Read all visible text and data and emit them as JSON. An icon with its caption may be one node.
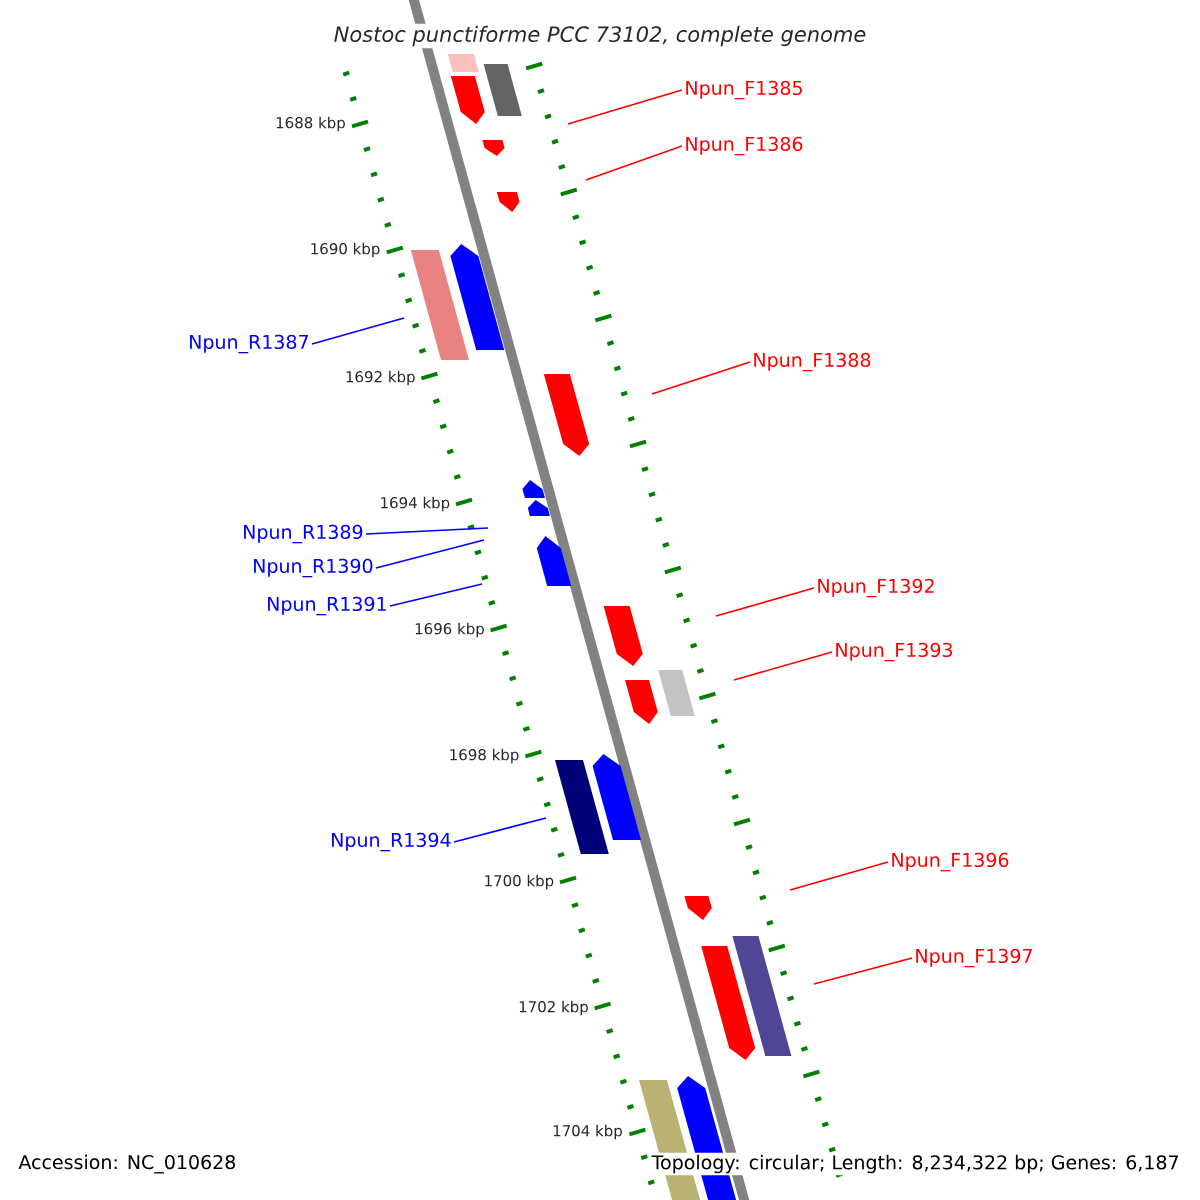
{
  "diagram": {
    "title": "Nostoc punctiforme PCC 73102, complete genome",
    "nodes": [
      {
        "text": [
          "Npun_F1385"
        ]
      },
      {
        "text": [
          "Npun_F1386"
        ]
      },
      {
        "text": [
          "Npun_R1387"
        ]
      },
      {
        "text": [
          "Npun_F1388"
        ]
      },
      {
        "text": [
          "Npun_R1389"
        ]
      },
      {
        "text": [
          "Npun_R1390"
        ]
      },
      {
        "text": [
          "Npun_F1392"
        ]
      },
      {
        "text": [
          "Npun_R1391"
        ]
      },
      {
        "text": [
          "Npun_F1393"
        ]
      },
      {
        "text": [
          "Npun_R1394"
        ]
      },
      {
        "text": [
          "Npun_F1396"
        ]
      },
      {
        "text": [
          "Npun_F1397"
        ]
      }
    ],
    "edges": [
      {
        "from": 0,
        "to": null,
        "arrow": "none",
        "color": "#ff0000"
      },
      {
        "from": 1,
        "to": null,
        "arrow": "none",
        "color": "#ff0000"
      },
      {
        "from": 2,
        "to": null,
        "arrow": "none",
        "color": "#0000ff"
      },
      {
        "from": 3,
        "to": null,
        "arrow": "none",
        "color": "#ff0000"
      },
      {
        "from": 4,
        "to": null,
        "arrow": "none",
        "color": "#0000ff"
      },
      {
        "from": 5,
        "to": null,
        "arrow": "none",
        "color": "#0000ff"
      },
      {
        "from": 6,
        "to": null,
        "arrow": "none",
        "color": "#ff0000"
      },
      {
        "from": 7,
        "to": null,
        "arrow": "none",
        "color": "#0000ff"
      },
      {
        "from": 8,
        "to": null,
        "arrow": "none",
        "color": "#ff0000"
      },
      {
        "from": 9,
        "to": null,
        "arrow": "none",
        "color": "#0000ff"
      },
      {
        "from": 10,
        "to": null,
        "arrow": "none",
        "color": "#ff0000"
      },
      {
        "from": 11,
        "to": null,
        "arrow": "none",
        "color": "#ff0000"
      }
    ],
    "labels": [
      "1688 kbp",
      "1690 kbp",
      "1692 kbp",
      "1694 kbp",
      "1696 kbp",
      "1698 kbp",
      "1700 kbp",
      "1702 kbp",
      "1704 kbp",
      "Accession: NC_010628",
      "Topology: circular; Length: 8,234,322 bp; Genes: 6,187"
    ]
  }
}
